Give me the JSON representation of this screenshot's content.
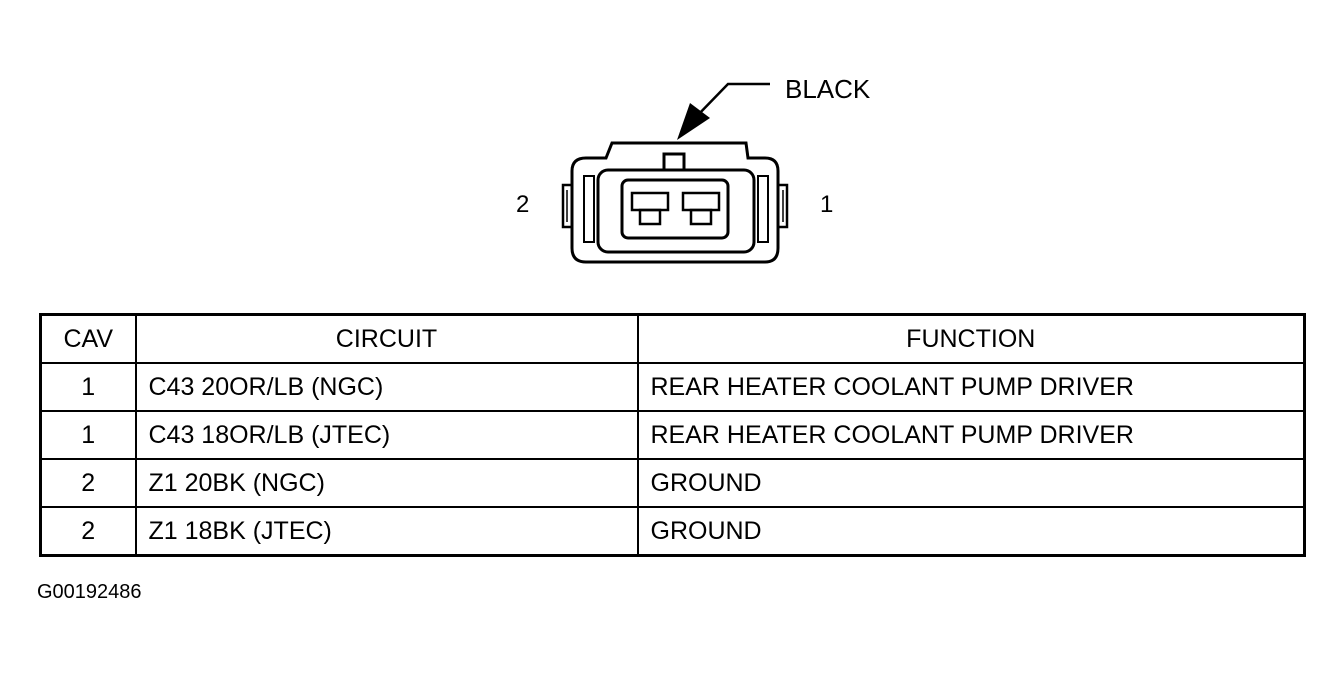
{
  "connector": {
    "color_label": "BLACK",
    "cavity_left": "2",
    "cavity_right": "1"
  },
  "table": {
    "headers": [
      "CAV",
      "CIRCUIT",
      "FUNCTION"
    ],
    "rows": [
      {
        "cav": "1",
        "circuit": "C43 20OR/LB (NGC)",
        "function": "REAR HEATER COOLANT PUMP DRIVER"
      },
      {
        "cav": "1",
        "circuit": "C43 18OR/LB (JTEC)",
        "function": "REAR HEATER COOLANT PUMP DRIVER"
      },
      {
        "cav": "2",
        "circuit": "Z1 20BK (NGC)",
        "function": "GROUND"
      },
      {
        "cav": "2",
        "circuit": "Z1 18BK (JTEC)",
        "function": "GROUND"
      }
    ]
  },
  "figure_id": "G00192486"
}
